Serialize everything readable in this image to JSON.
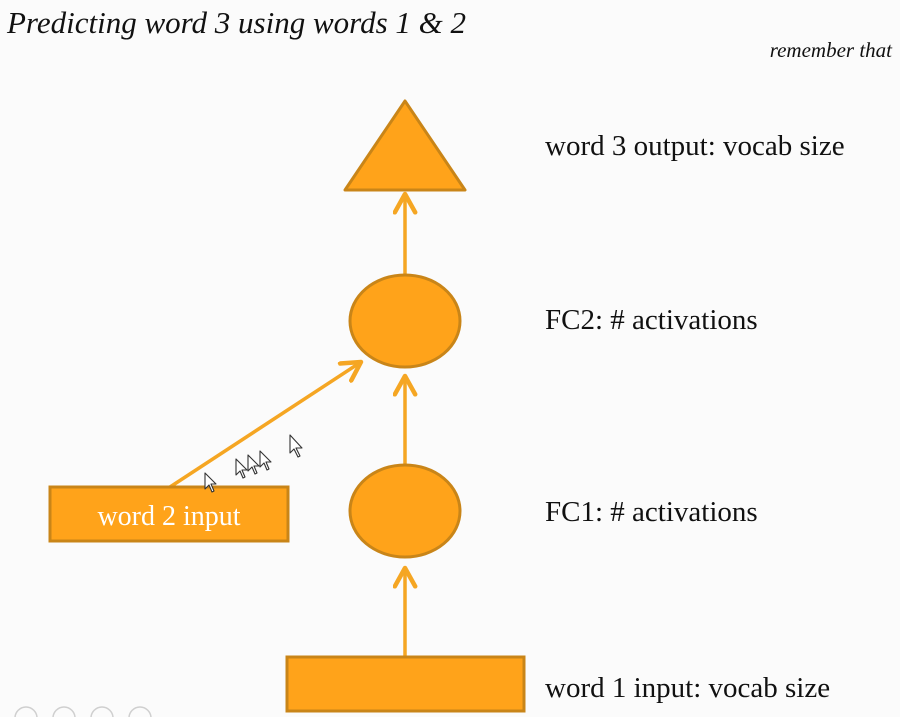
{
  "title": "Predicting word 3 using words 1 & 2",
  "note": "remember that",
  "labels": {
    "output": "word 3 output: vocab size",
    "fc2": "FC2: # activations",
    "fc1": "FC1: # activations",
    "word1": "word 1 input: vocab size"
  },
  "word2_box": "word 2 input",
  "colors": {
    "fill": "#ffa31a",
    "stroke": "#c98518",
    "arrow": "#f5a623"
  },
  "icons": [
    "cursor-icon",
    "cursor-icon",
    "cursor-icon",
    "cursor-icon",
    "cursor-icon"
  ]
}
